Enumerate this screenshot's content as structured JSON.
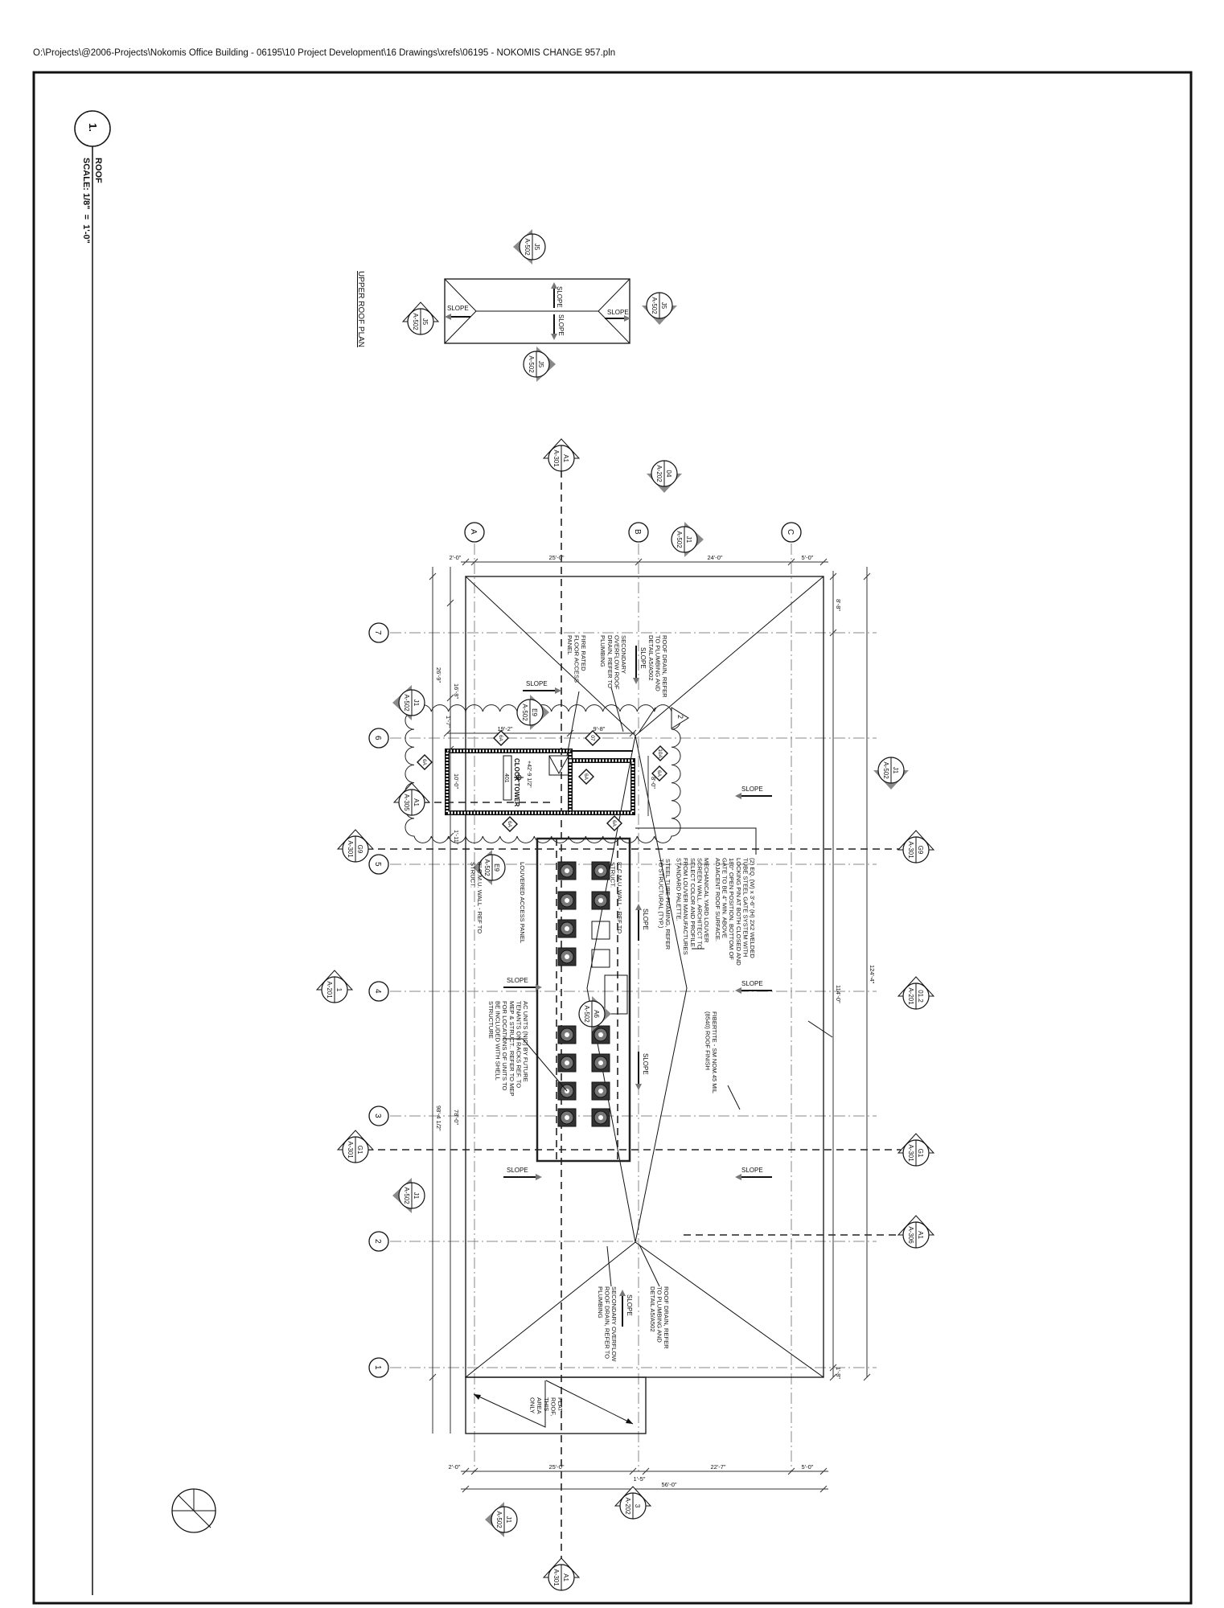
{
  "header": {
    "file_path": "O:\\Projects\\@2006-Projects\\Nokomis Office Building - 06195\\10 Project Development\\16 Drawings\\xrefs\\06195 - NOKOMIS CHANGE 957.pln"
  },
  "title_block": {
    "number": "1.",
    "title": "ROOF",
    "scale": "SCALE: 1/8\"  =  1'-0\""
  },
  "upper_roof": {
    "title": "UPPER ROOF PLAN",
    "slope": "SLOPE"
  },
  "grid": {
    "columns": [
      "A",
      "B",
      "C"
    ],
    "rows": [
      "7",
      "6",
      "5",
      "4",
      "3",
      "2",
      "1"
    ]
  },
  "callouts": [
    {
      "top": "J5",
      "bottom": "A-502"
    },
    {
      "top": "J5",
      "bottom": "A-502"
    },
    {
      "top": "J5",
      "bottom": "A-502"
    },
    {
      "top": "J5",
      "bottom": "A-502"
    },
    {
      "top": "A1",
      "bottom": "A-301"
    },
    {
      "top": "04",
      "bottom": "A-202"
    },
    {
      "top": "J1",
      "bottom": "A-502"
    },
    {
      "top": "J1",
      "bottom": "A-502"
    },
    {
      "top": "E9",
      "bottom": "A-502"
    },
    {
      "top": "A1",
      "bottom": "A-305"
    },
    {
      "top": "J1",
      "bottom": "A-502"
    },
    {
      "top": "G9",
      "bottom": "A-301"
    },
    {
      "top": "G9",
      "bottom": "A-301"
    },
    {
      "top": "E9",
      "bottom": "A-502"
    },
    {
      "top": "1",
      "bottom": "A-201"
    },
    {
      "top": "A6",
      "bottom": "A-502"
    },
    {
      "top": "01.2",
      "bottom": "A-201"
    },
    {
      "top": "G1",
      "bottom": "A-301"
    },
    {
      "top": "G1",
      "bottom": "A-301"
    },
    {
      "top": "J1",
      "bottom": "A-502"
    },
    {
      "top": "A1",
      "bottom": "A-306"
    },
    {
      "top": "3",
      "bottom": "A-202"
    },
    {
      "top": "J1",
      "bottom": "A-502"
    },
    {
      "top": "A1",
      "bottom": "A-301"
    }
  ],
  "dimensions": {
    "top": [
      "2'-0\"",
      "25'-0\"",
      "24'-0\"",
      "5'-0\""
    ],
    "bottom": [
      "2'-0\"",
      "25'-0\"",
      "1'-5\"",
      "22'-7\"",
      "5'-0\""
    ],
    "bottom_overall": "56'-0\"",
    "left": [
      "26'-9\"",
      "16'-8\"",
      "1'-7\"",
      "10'-0\"",
      "1'-11\"",
      "78'-0\"",
      "98'-4 1/2\""
    ],
    "right": [
      "8'-8\"",
      "114'-0\"",
      "124'-4\"",
      "1'-8\""
    ],
    "clock_tower": [
      "19'-2\"",
      "9'-8\"",
      "8'-0\""
    ]
  },
  "clock_tower": {
    "name": "CLOCK TOWER",
    "room": "401",
    "elevation": "+42'-9 1/2\""
  },
  "tags": [
    "6A",
    "07",
    "10A",
    "6A",
    "6A",
    "6A",
    "6A",
    "6A"
  ],
  "revision": "2",
  "slope_label": "SLOPE",
  "notes": [
    {
      "lines": [
        "ROOF DRAIN, REFER",
        "TO PLUMBING AND",
        "DETAIL A5/A502"
      ]
    },
    {
      "lines": [
        "SECONDARY",
        "OVERFLOW ROOF",
        "DRAIN, REFER TO",
        "PLUMBING"
      ]
    },
    {
      "lines": [
        "FIRE RATED",
        "FLOOR ACCESS",
        "PANEL"
      ]
    },
    {
      "lines": [
        "(2) EQ. (W) x 3'-6\" (H) 2X2 WELDED",
        "TUBE STEEL GATE SYSTEM WITH",
        "LOCKING PIN AT BOTH CLOSED AND",
        "180° OPEN POSITION. BOTTOM OF",
        "GATE TO BE 4\" MIN. ABOVE",
        "ADJACENT ROOF SURFACE."
      ]
    },
    {
      "lines": [
        "MECHANICAL YARD LOUVER",
        "SCREEN WALL. ARCHITECT TO",
        "SELECT COLOR AND PROFILE",
        "FROM LOUVER MANUFACTURES",
        "STANDARD PALETTE."
      ]
    },
    {
      "lines": [
        "STEEL TUBE FRAMING, REFER",
        "TO STRUCTURAL (TYP.)"
      ]
    },
    {
      "lines": [
        "8\" C.M.U. WALL - REF TO",
        "STRUCT."
      ]
    },
    {
      "lines": [
        "LOUVERED ACCESS PANEL"
      ]
    },
    {
      "lines": [
        "8\" C.M.U. WALL - REF TO",
        "STRUCT."
      ]
    },
    {
      "lines": [
        "AC UNITS (NIC) BY FUTURE",
        "TENANTS ON RACKS REF. TO",
        "MEP & STRUCT.. REFER TO MEP",
        "FOR LOCATIONS OF UNITS TO",
        "BE INCLUDED WITH SHELL",
        "STRUCTURE"
      ]
    },
    {
      "lines": [
        "FIBERTITE - SM NOM.45 MIL",
        "(8540) ROOF FINISH"
      ]
    },
    {
      "lines": [
        "ROOF DRAIN, REFER",
        "TO PLUMBING AND",
        "DETAIL A5/A502"
      ]
    },
    {
      "lines": [
        "SECONDARY OVERFLOW",
        "ROOF DRAIN, REFER TO",
        "PLUMBING"
      ]
    },
    {
      "lines": [
        "FLAT",
        "ROOF,",
        "THIS",
        "AREA",
        "ONLY"
      ]
    }
  ]
}
